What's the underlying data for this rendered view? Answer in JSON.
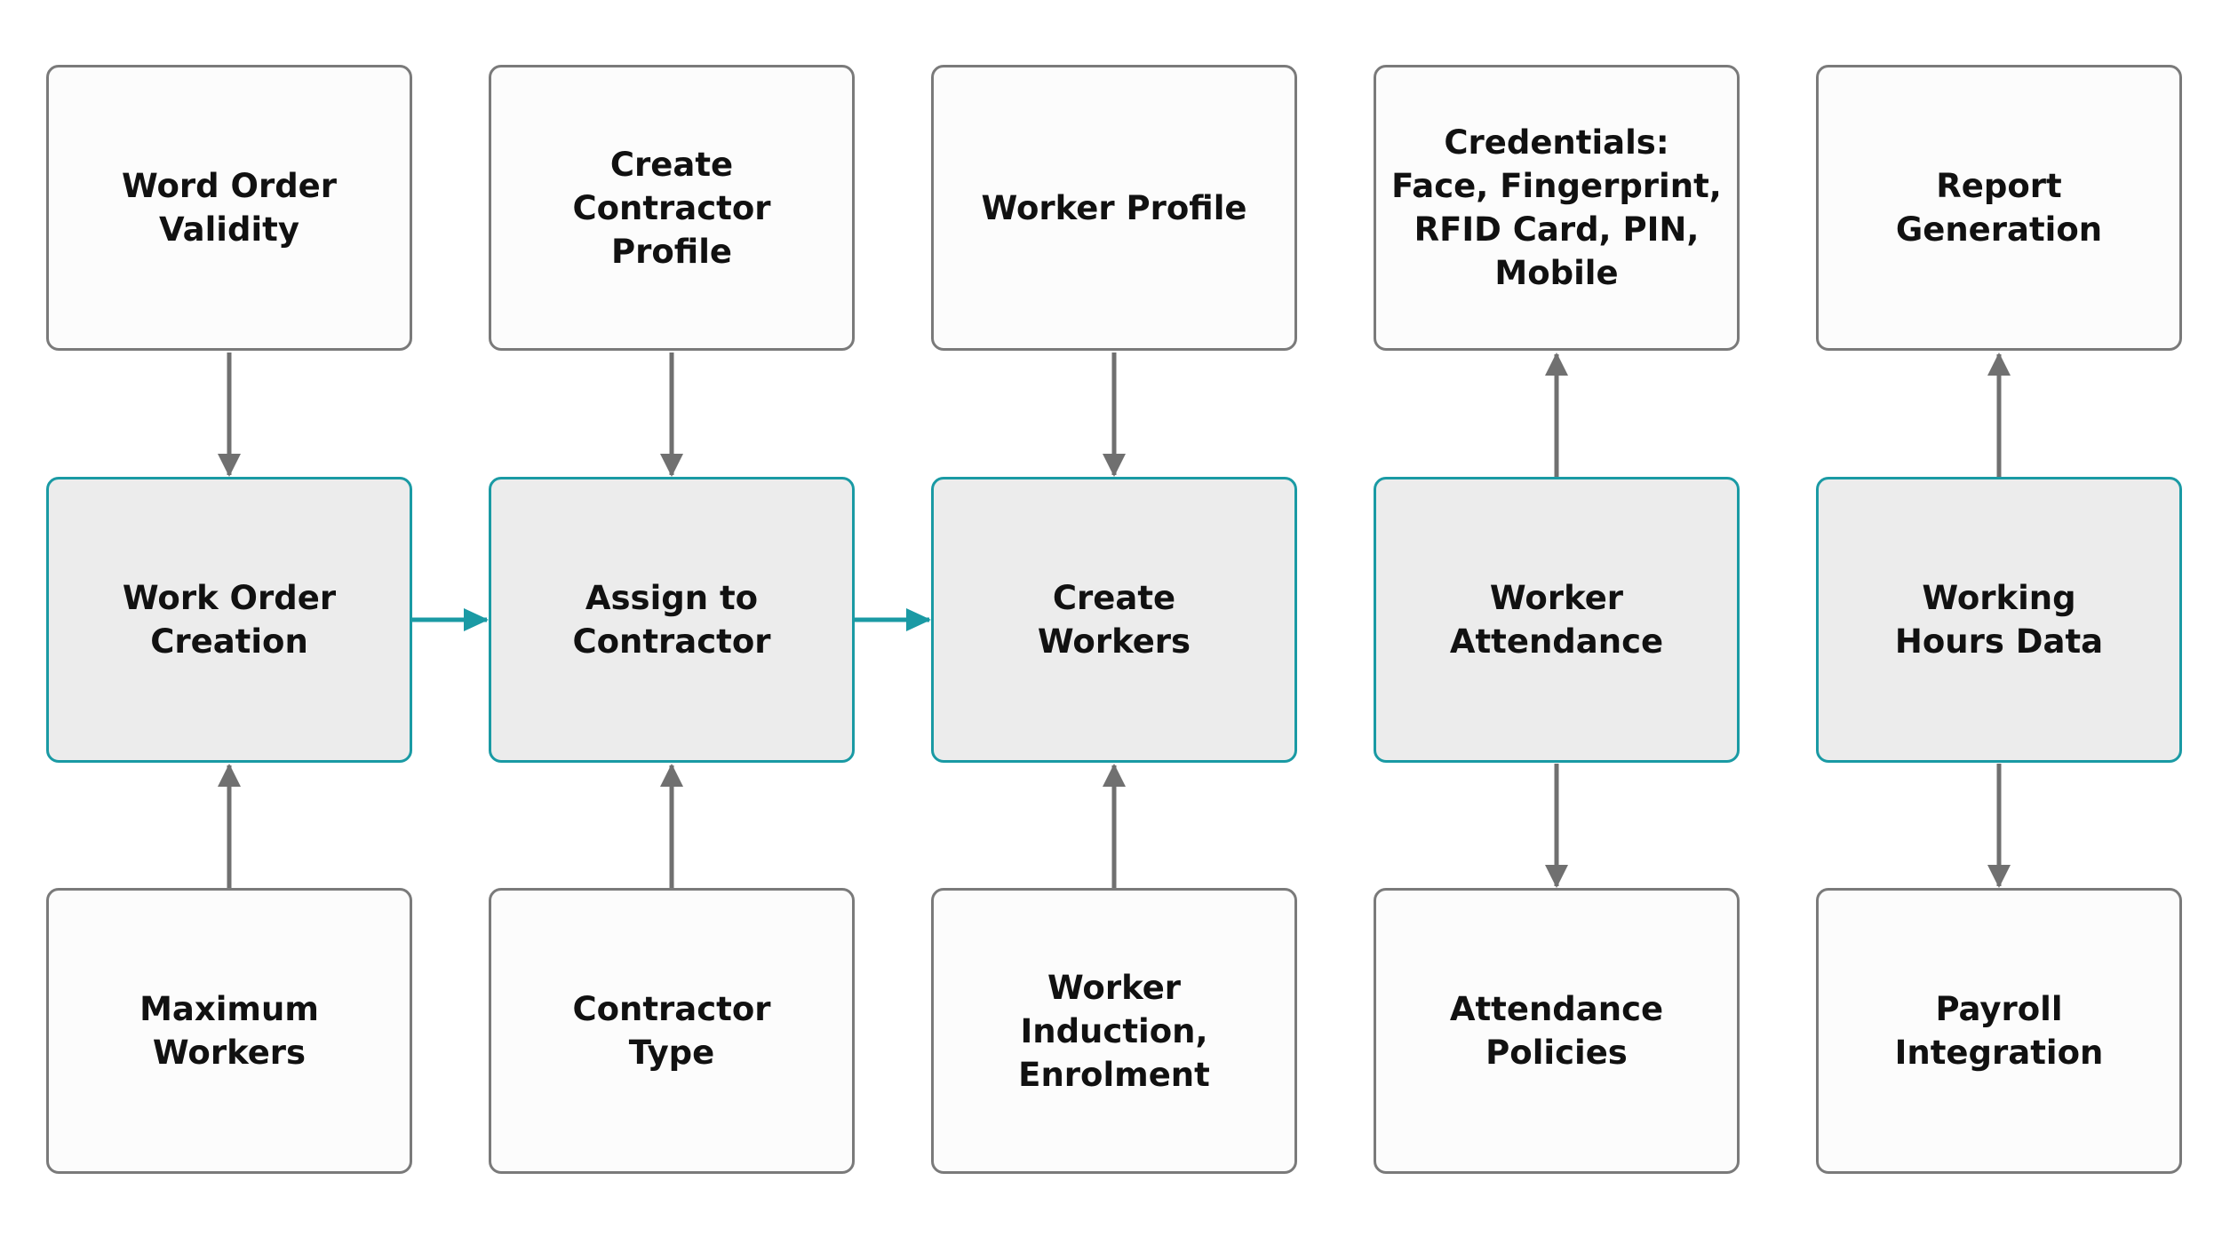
{
  "colors": {
    "accent": "#1a9aa4",
    "connector_gray": "#707070",
    "box_border": "#7a7a7a",
    "main_fill": "#ececec",
    "side_fill": "#fcfcfc",
    "text": "#111111"
  },
  "columns": [
    {
      "top": "Word Order\nValidity",
      "main": "Work Order\nCreation",
      "bottom": "Maximum\nWorkers"
    },
    {
      "top": "Create Contractor\nProfile",
      "main": "Assign to\nContractor",
      "bottom": "Contractor\nType"
    },
    {
      "top": "Worker Profile",
      "main": "Create\nWorkers",
      "bottom": "Worker Induction,\nEnrolment"
    },
    {
      "top": "Credentials:\nFace, Fingerprint,\nRFID Card, PIN,\nMobile",
      "main": "Worker\nAttendance",
      "bottom": "Attendance\nPolicies"
    },
    {
      "top": "Report\nGeneration",
      "main": "Working\nHours Data",
      "bottom": "Payroll\nIntegration"
    }
  ]
}
